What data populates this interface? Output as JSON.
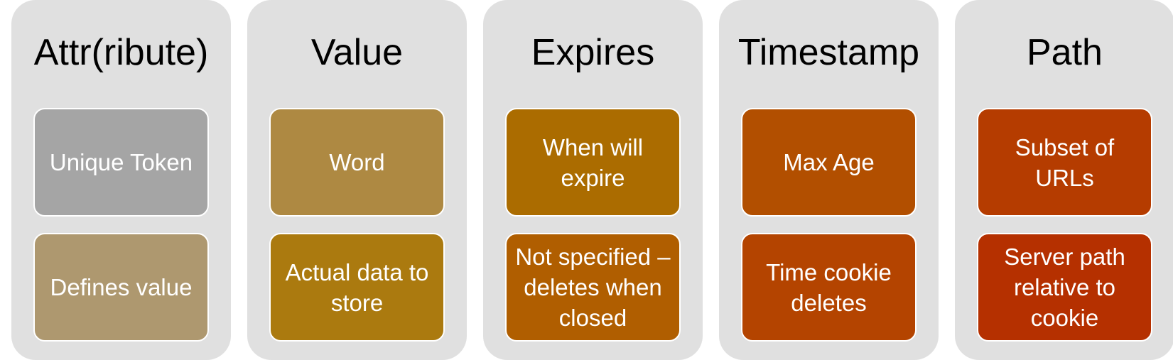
{
  "columns": [
    {
      "title": "Attr(ribute)",
      "cards": [
        {
          "text": "Unique Token",
          "color": "#a5a5a5"
        },
        {
          "text": "Defines value",
          "color": "#ae986f"
        }
      ]
    },
    {
      "title": "Value",
      "cards": [
        {
          "text": "Word",
          "color": "#ae8942"
        },
        {
          "text": "Actual data to store",
          "color": "#ab7a0f"
        }
      ]
    },
    {
      "title": "Expires",
      "cards": [
        {
          "text": "When will expire",
          "color": "#ab6c00"
        },
        {
          "text": "Not specified – deletes when closed",
          "color": "#b05e00"
        }
      ]
    },
    {
      "title": "Timestamp",
      "cards": [
        {
          "text": "Max Age",
          "color": "#b24f00"
        },
        {
          "text": "Time cookie deletes",
          "color": "#b44400"
        }
      ]
    },
    {
      "title": "Path",
      "cards": [
        {
          "text": "Subset of URLs",
          "color": "#b53c00"
        },
        {
          "text": "Server path relative to cookie",
          "color": "#b53000"
        }
      ]
    }
  ]
}
